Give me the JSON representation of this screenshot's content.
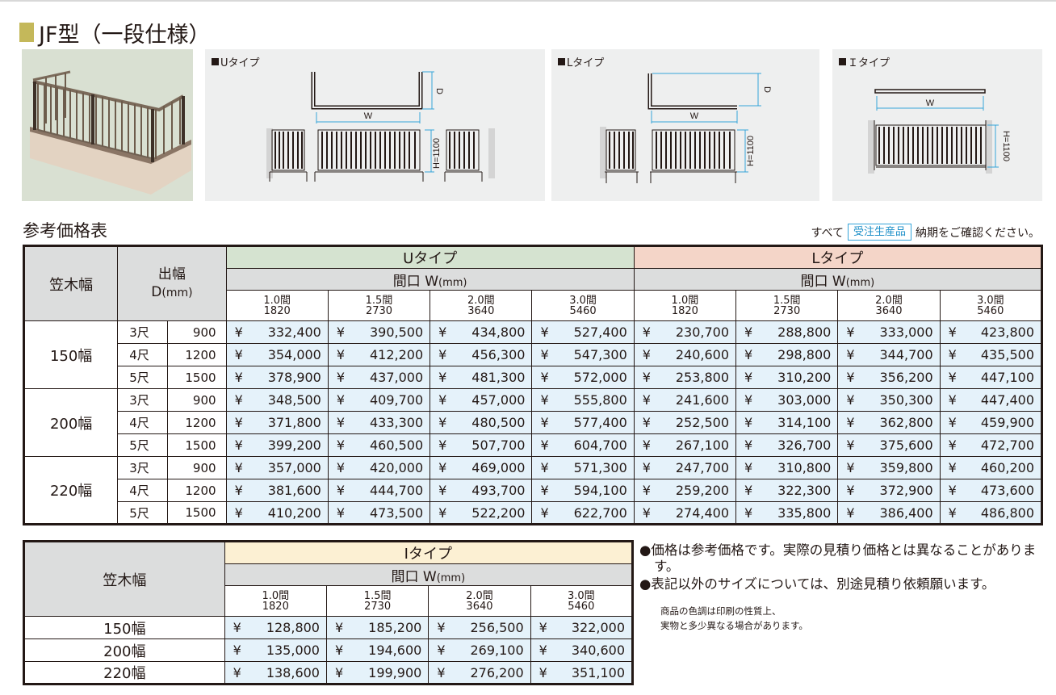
{
  "page": {
    "title": "JF型（一段仕様）",
    "title_marker_color": "#c4b85a"
  },
  "diagrams": {
    "photo": {
      "alt": "balcony-railing-photo"
    },
    "u_type": {
      "label": "Uタイプ",
      "width_label": "W",
      "depth_label": "D",
      "height_label": "H=1100"
    },
    "l_type": {
      "label": "Lタイプ",
      "width_label": "W",
      "depth_label": "D",
      "height_label": "H=1100"
    },
    "i_type": {
      "label": "Ｉタイプ",
      "width_label": "W",
      "height_label": "H=1100"
    }
  },
  "price_section": {
    "title": "参考価格表",
    "order_note_prefix": "すべて",
    "order_badge": "受注生産品",
    "order_note_suffix": "納期をご確認ください。"
  },
  "main_table": {
    "col_kasagi": "笠木幅",
    "col_depth_line1": "出幅",
    "col_depth_line2": "D",
    "col_depth_unit": "(mm)",
    "u_type_header": "Uタイプ",
    "l_type_header": "Lタイプ",
    "opening_label": "間口 W",
    "opening_unit": "(mm)",
    "width_columns": [
      {
        "ken": "1.0間",
        "mm": "1820"
      },
      {
        "ken": "1.5間",
        "mm": "2730"
      },
      {
        "ken": "2.0間",
        "mm": "3640"
      },
      {
        "ken": "3.0間",
        "mm": "5460"
      }
    ],
    "currency": "¥",
    "groups": [
      {
        "label": "150幅",
        "rows": [
          {
            "shaku": "3尺",
            "d": "900",
            "u": [
              "332,400",
              "390,500",
              "434,800",
              "527,400"
            ],
            "l": [
              "230,700",
              "288,800",
              "333,000",
              "423,800"
            ]
          },
          {
            "shaku": "4尺",
            "d": "1200",
            "u": [
              "354,000",
              "412,200",
              "456,300",
              "547,300"
            ],
            "l": [
              "240,600",
              "298,800",
              "344,700",
              "435,500"
            ]
          },
          {
            "shaku": "5尺",
            "d": "1500",
            "u": [
              "378,900",
              "437,000",
              "481,300",
              "572,000"
            ],
            "l": [
              "253,800",
              "310,200",
              "356,200",
              "447,100"
            ]
          }
        ]
      },
      {
        "label": "200幅",
        "rows": [
          {
            "shaku": "3尺",
            "d": "900",
            "u": [
              "348,500",
              "409,700",
              "457,000",
              "555,800"
            ],
            "l": [
              "241,600",
              "303,000",
              "350,300",
              "447,400"
            ]
          },
          {
            "shaku": "4尺",
            "d": "1200",
            "u": [
              "371,800",
              "433,300",
              "480,500",
              "577,400"
            ],
            "l": [
              "252,500",
              "314,100",
              "362,800",
              "459,900"
            ]
          },
          {
            "shaku": "5尺",
            "d": "1500",
            "u": [
              "399,200",
              "460,500",
              "507,700",
              "604,700"
            ],
            "l": [
              "267,100",
              "326,700",
              "375,600",
              "472,700"
            ]
          }
        ]
      },
      {
        "label": "220幅",
        "rows": [
          {
            "shaku": "3尺",
            "d": "900",
            "u": [
              "357,000",
              "420,000",
              "469,000",
              "571,300"
            ],
            "l": [
              "247,700",
              "310,800",
              "359,800",
              "460,200"
            ]
          },
          {
            "shaku": "4尺",
            "d": "1200",
            "u": [
              "381,600",
              "444,700",
              "493,700",
              "594,100"
            ],
            "l": [
              "259,200",
              "322,300",
              "372,900",
              "473,600"
            ]
          },
          {
            "shaku": "5尺",
            "d": "1500",
            "u": [
              "410,200",
              "473,500",
              "522,200",
              "622,700"
            ],
            "l": [
              "274,400",
              "335,800",
              "386,400",
              "486,800"
            ]
          }
        ]
      }
    ]
  },
  "i_table": {
    "col_kasagi": "笠木幅",
    "i_type_header": "Iタイプ",
    "opening_label": "間口 W",
    "opening_unit": "(mm)",
    "width_columns": [
      {
        "ken": "1.0間",
        "mm": "1820"
      },
      {
        "ken": "1.5間",
        "mm": "2730"
      },
      {
        "ken": "2.0間",
        "mm": "3640"
      },
      {
        "ken": "3.0間",
        "mm": "5460"
      }
    ],
    "currency": "¥",
    "rows": [
      {
        "label": "150幅",
        "prices": [
          "128,800",
          "185,200",
          "256,500",
          "322,000"
        ]
      },
      {
        "label": "200幅",
        "prices": [
          "135,000",
          "194,600",
          "269,100",
          "340,600"
        ]
      },
      {
        "label": "220幅",
        "prices": [
          "138,600",
          "199,900",
          "276,200",
          "351,100"
        ]
      }
    ]
  },
  "notes": {
    "items": [
      "●価格は参考価格です。実際の見積り価格とは異なることがあります。",
      "●表記以外のサイズについては、別途見積り依頼願います。"
    ],
    "fine_print_line1": "商品の色調は印刷の性質上、",
    "fine_print_line2": "実物と多少異なる場合があります。"
  },
  "colors": {
    "header_grey": "#dcdddd",
    "u_type_header": "#d5e3d0",
    "l_type_header": "#f4d5c8",
    "i_type_header": "#fcf0d3",
    "price_cell": "#e5f2fa",
    "badge_border": "#35a4d9",
    "dimension_line": "#35a4d9"
  }
}
